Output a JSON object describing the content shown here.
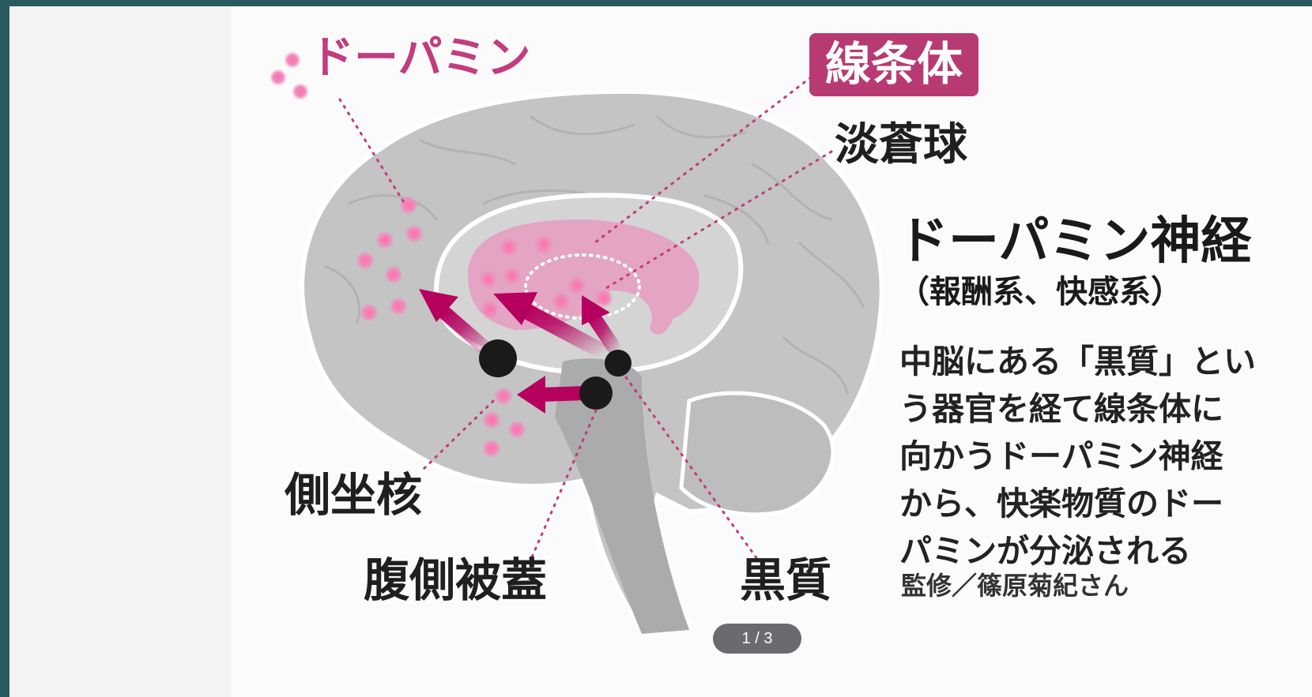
{
  "colors": {
    "accent_pink": "#c23c7e",
    "label_box": "#b83a73",
    "brain_gray": "#c4c4c4",
    "arrow": "#b5005e"
  },
  "labels": {
    "dopamine": "ドーパミン",
    "striatum": "線条体",
    "globus_pallidus": "淡蒼球",
    "nucleus_accumbens": "側坐核",
    "ventral_tegmental_area": "腹側被蓋",
    "substantia_nigra": "黒質"
  },
  "info": {
    "title": "ドーパミン神経",
    "subtitle": "（報酬系、快感系）",
    "description_lines": [
      "中脳にある「黒質」とい",
      "う器官を経て線条体に",
      "向かうドーパミン神経",
      "から、快楽物質のドー",
      "パミンが分泌される"
    ],
    "credit": "監修／篠原菊紀さん"
  },
  "pager": {
    "text": "1 / 3"
  }
}
